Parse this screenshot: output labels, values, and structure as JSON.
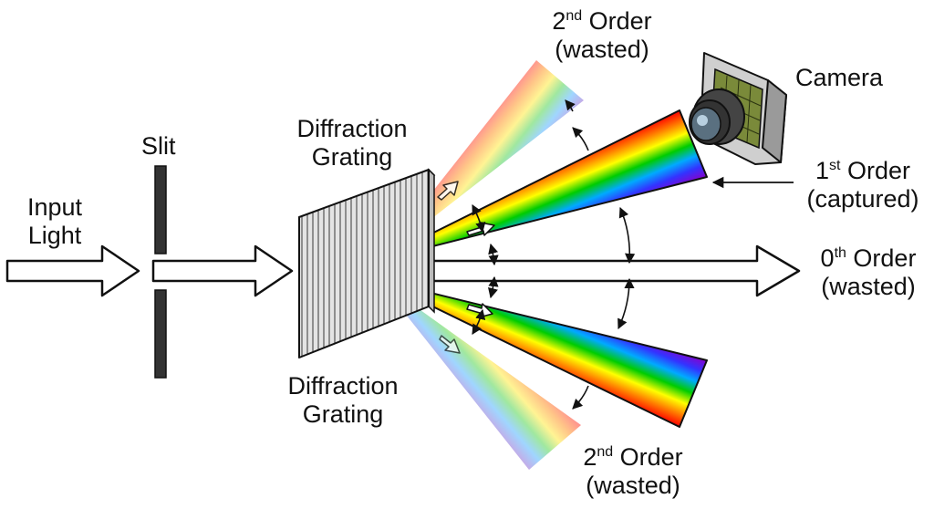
{
  "labels": {
    "input_light": [
      "Input",
      "Light"
    ],
    "slit": "Slit",
    "grating_top": [
      "Diffraction",
      "Grating"
    ],
    "grating_bottom": [
      "Diffraction",
      "Grating"
    ],
    "camera": "Camera",
    "second_order_top": {
      "num": "2",
      "sup": "nd",
      "word": " Order",
      "note": "(wasted)"
    },
    "first_order": {
      "num": "1",
      "sup": "st",
      "word": " Order",
      "note": "(captured)"
    },
    "zeroth_order": {
      "num": "0",
      "sup": "th",
      "word": " Order",
      "note": "(wasted)"
    },
    "second_order_bottom": {
      "num": "2",
      "sup": "nd",
      "word": " Order",
      "note": "(wasted)"
    }
  },
  "colors": {
    "spectrum": [
      "#ff0000",
      "#ff8000",
      "#ffff00",
      "#00cc00",
      "#00aaff",
      "#3333ff",
      "#8800cc"
    ],
    "outline": "#111111",
    "slit": "#333333",
    "grating_face": "#d9d9d9",
    "beam_fill": "#ffffff"
  },
  "icons": [
    "input-arrow-icon",
    "camera-icon",
    "grating-icon",
    "slit-icon"
  ]
}
